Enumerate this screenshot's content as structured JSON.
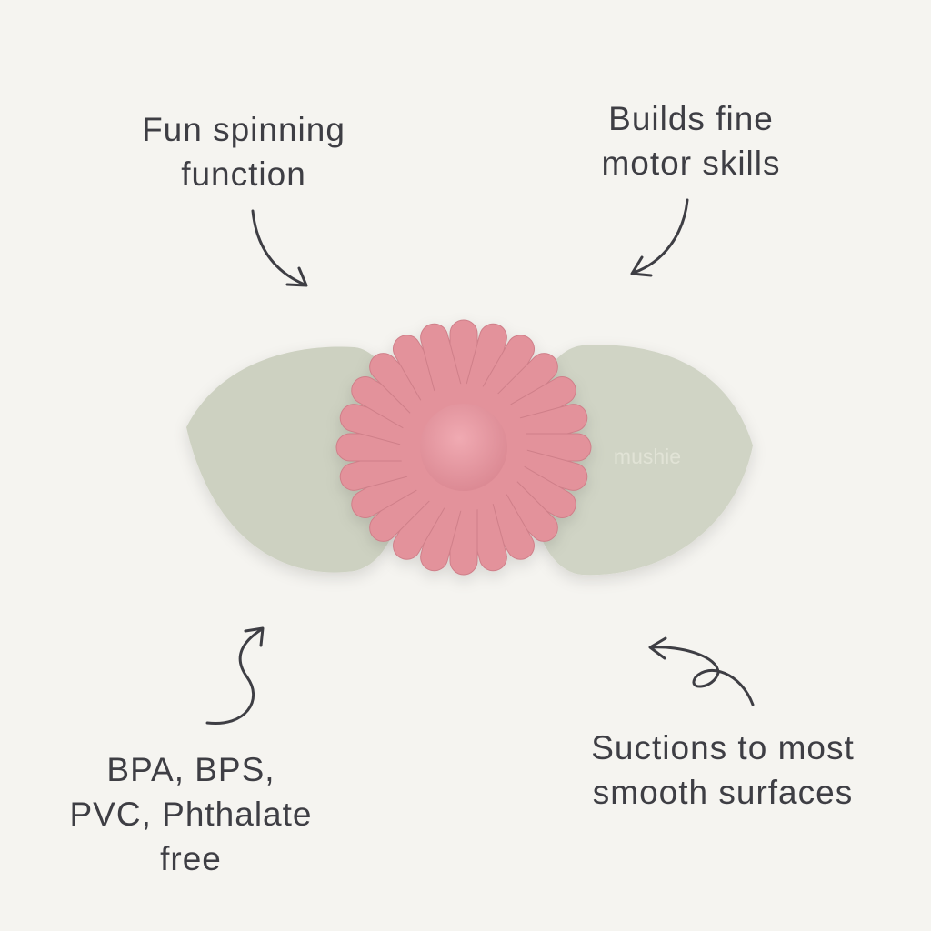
{
  "colors": {
    "background": "#f5f4f0",
    "text": "#3e3e44",
    "leaf": "#cfd3c3",
    "flower": "#e3929b",
    "flower_center": "#e79aa3"
  },
  "product": {
    "brand_emboss": "mushie",
    "petal_count": 24
  },
  "annotations": [
    {
      "lines": [
        "Fun spinning",
        "function"
      ],
      "icon": "curved-arrow-icon"
    },
    {
      "lines": [
        "Builds fine",
        "motor skills"
      ],
      "icon": "curved-arrow-icon"
    },
    {
      "lines": [
        "BPA, BPS,",
        "PVC, Phthalate",
        "free"
      ],
      "icon": "squiggle-arrow-icon"
    },
    {
      "lines": [
        "Suctions to most",
        "smooth surfaces"
      ],
      "icon": "loop-arrow-icon"
    }
  ]
}
